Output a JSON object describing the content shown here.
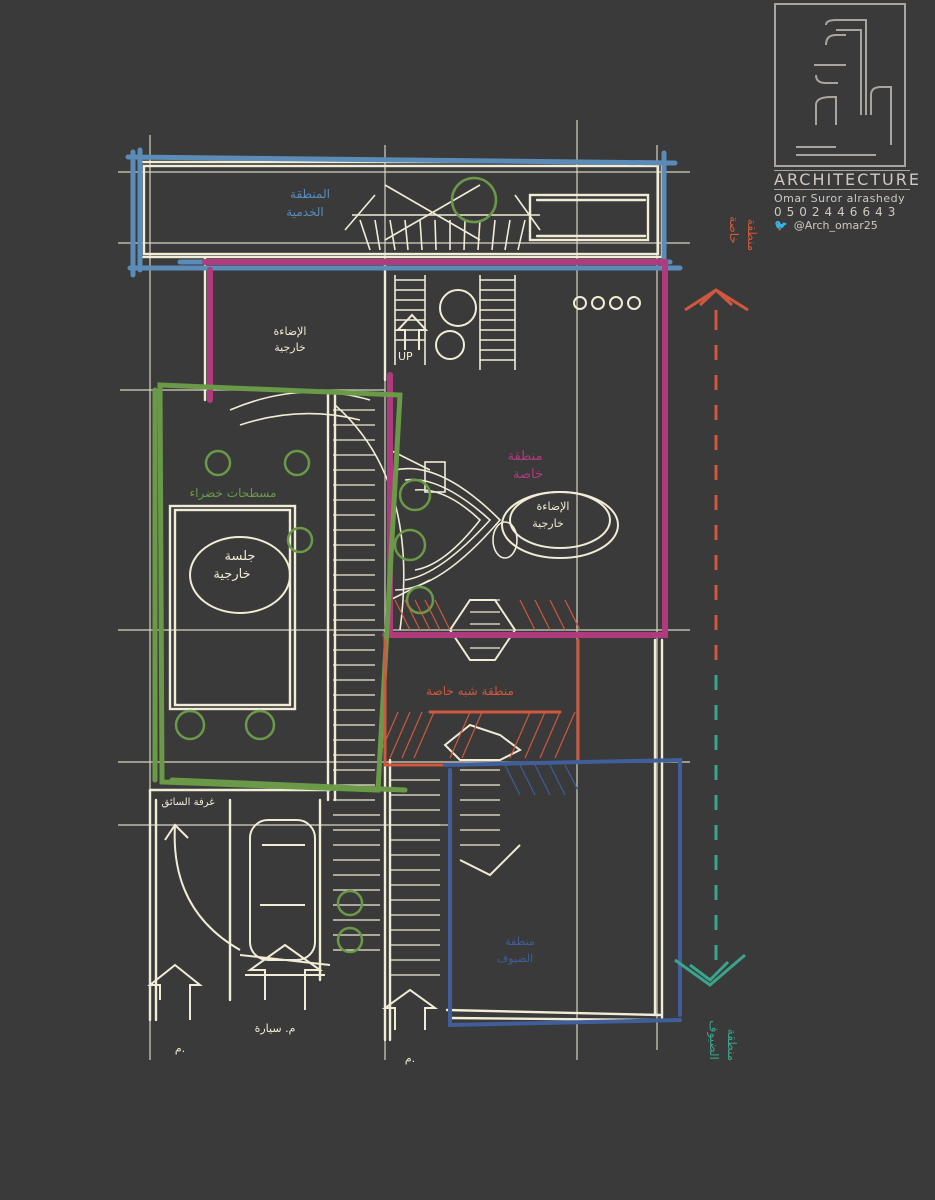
{
  "logo": {
    "brand": "ARCHITECTURE",
    "name": "Omar Suror alrashedy",
    "phone": "0502446643",
    "handle": "@Arch_omar25",
    "icon": "twitter-bird-icon"
  },
  "colors": {
    "background": "#3a3a3a",
    "sketch": "#f1ecd6",
    "entrance_zone": "#5b8cb8",
    "private_zone": "#b03a7e",
    "green_zone": "#6a9a48",
    "semi_private_zone": "#d0583e",
    "guest_zone": "#3f5e9a",
    "guest_arrow": "#3aa58c"
  },
  "labels": {
    "entrance_zone": [
      "المنطقة",
      "الخدمية"
    ],
    "outdoor_lighting_top": [
      "الإضاءة",
      "خارجية"
    ],
    "up": "UP",
    "private_zone": [
      "منطقة",
      "خاصة"
    ],
    "outdoor_lighting_mid": [
      "الإضاءة",
      "خارجية"
    ],
    "green_area": "مسطحات خضراء",
    "outdoor_seating": [
      "جلسة",
      "خارجية"
    ],
    "semi_private": "منطقة شبه خاصة",
    "driver_room": "غرفة السائق",
    "guest_zone": [
      "منطقة",
      "الضيوف"
    ],
    "car_entry": "م. سيارة",
    "entry_left": "م.",
    "entry_mid": "م.",
    "side_private": [
      "منطقة",
      "خاصة"
    ],
    "side_guests": [
      "منطقة",
      "الضيوف"
    ]
  }
}
